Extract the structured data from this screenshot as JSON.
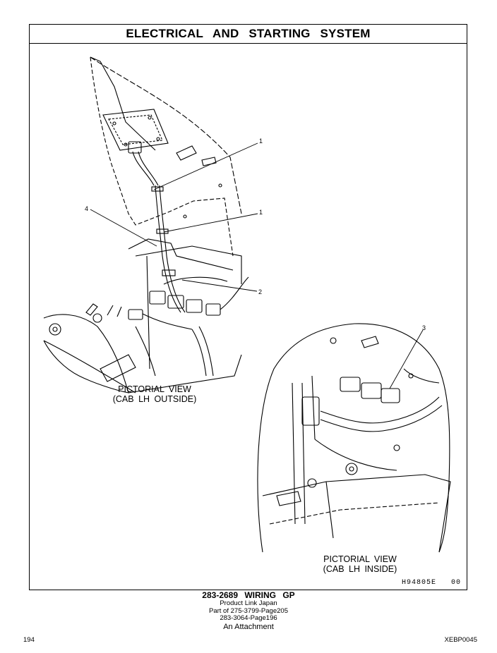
{
  "header": {
    "title": "ELECTRICAL AND STARTING SYSTEM"
  },
  "illustration": {
    "callouts": [
      "1",
      "1",
      "2",
      "3",
      "4"
    ],
    "caption_outside": [
      "PICTORIAL VIEW",
      "(CAB LH OUTSIDE)"
    ],
    "caption_inside": [
      "PICTORIAL VIEW",
      "(CAB LH INSIDE)"
    ],
    "id": "H94805E   00"
  },
  "footer": {
    "part_title": "283-2689 WIRING GP",
    "line1": "Product Link Japan",
    "line2": "Part of 275-3799-Page205",
    "line3": "283-3064-Page196",
    "line4": "An Attachment"
  },
  "page": {
    "number": "194",
    "doc_code": "XEBP0045"
  }
}
